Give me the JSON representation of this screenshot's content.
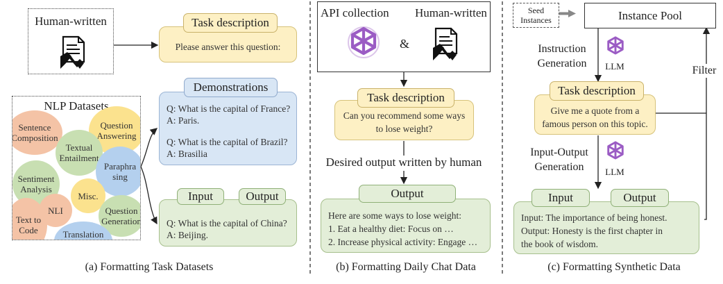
{
  "panel_a": {
    "human_written": "Human-written",
    "nlp_title": "NLP  Datasets",
    "datasets": {
      "sentence_composition": "Sentence\nComposition",
      "question_answering": "Question\nAnswering",
      "textual_entailment": "Textual\nEntailment",
      "paraphrasing": "Paraphra\nsing",
      "sentiment_analysis": "Sentiment\nAnalysis",
      "misc": "Misc.",
      "nli": "NLI",
      "text_to_code": "Text\nto\nCode",
      "question_generation": "Question\nGeneration",
      "translation": "Translation"
    },
    "task_description_tab": "Task description",
    "task_description_text": "Please answer this question:",
    "demonstrations_tab": "Demonstrations",
    "demo_q1": "Q: What is the capital of France?",
    "demo_a1": "A: Paris.",
    "demo_q2": "Q: What is the capital of Brazil?",
    "demo_a2": "A: Brasilia",
    "input_tab": "Input",
    "output_tab": "Output",
    "io_q": "Q: What is the capital of China?",
    "io_a": "A: Beijing.",
    "caption": "(a) Formatting Task Datasets"
  },
  "panel_b": {
    "api_collection": "API collection",
    "human_written": "Human-written",
    "ampersand": "&",
    "task_description_tab": "Task description",
    "task_description_text": "Can you recommend some ways\nto lose weight?",
    "desired_output": "Desired output written by human",
    "output_tab": "Output",
    "output_text": "Here are some ways to lose weight:\n1. Eat a healthy diet: Focus on …\n2. Increase physical activity: Engage …",
    "caption": "(b) Formatting Daily Chat Data"
  },
  "panel_c": {
    "seed_instances": "Seed\nInstances",
    "instance_pool": "Instance Pool",
    "instruction_generation": "Instruction\nGeneration",
    "llm_1": "LLM",
    "filter": "Filter",
    "task_description_tab": "Task description",
    "task_description_text": "Give me a quote from a\nfamous person on this topic.",
    "io_generation": "Input-Output\nGeneration",
    "llm_2": "LLM",
    "input_tab": "Input",
    "output_tab": "Output",
    "io_text": "Input: The importance of being honest.\nOutput: Honesty is the first chapter in\nthe book of wisdom.",
    "caption": "(c) Formatting Synthetic Data"
  },
  "colors": {
    "yellow_fill": "#fdf0c4",
    "blue_fill": "#d8e6f5",
    "green_fill": "#e3eed8",
    "bubble_orange": "#f4c3a6",
    "bubble_yellow": "#fbe28e",
    "bubble_green": "#c8dfb2",
    "bubble_blue": "#b4d0ee"
  }
}
